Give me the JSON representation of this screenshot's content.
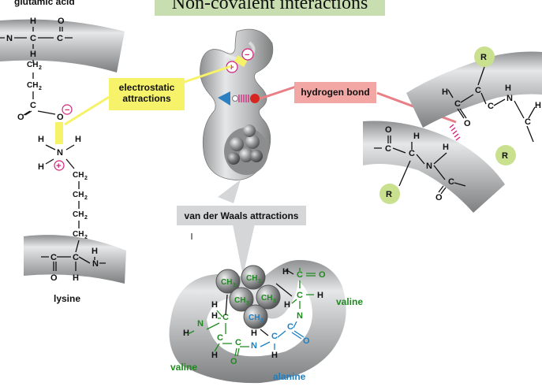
{
  "title": "Non-covalent interactions",
  "labels": {
    "glutamic_acid": "glutamic acid",
    "lysine": "lysine",
    "electrostatic": "electrostatic attractions",
    "hydrogen_bond": "hydrogen bond",
    "van_der_waals": "van der Waals attractions",
    "valine_right": "valine",
    "valine_left": "valine",
    "alanine": "alanine"
  },
  "atoms": {
    "H": "H",
    "C": "C",
    "N": "N",
    "O": "O",
    "R": "R",
    "CH2": "CH",
    "sub2": "2",
    "CH3": "CH",
    "sub3": "3",
    "plus": "+",
    "minus": "−"
  },
  "colors": {
    "backbone": "#b9bbbc",
    "yellow_box": "#f6f26a",
    "pink_box": "#f2a7a5",
    "pink_line": "#e87f86",
    "gray_box": "#d4d6d7",
    "r_circle": "#c9e08e",
    "green": "#1f8a1f",
    "blue": "#1c7fc4",
    "title_bg": "#c8deb0"
  }
}
